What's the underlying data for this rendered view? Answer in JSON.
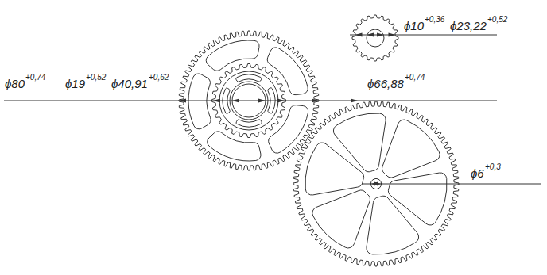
{
  "diagram": {
    "labels": [
      "ϕ80",
      "+0,74",
      "ϕ19",
      "+0,52",
      "ϕ40,91",
      "+0,62",
      "ϕ10",
      "+0,36",
      "ϕ23,22",
      "+0,52",
      "ϕ66,88",
      "+0,74",
      "ϕ6",
      "+0,3"
    ]
  }
}
